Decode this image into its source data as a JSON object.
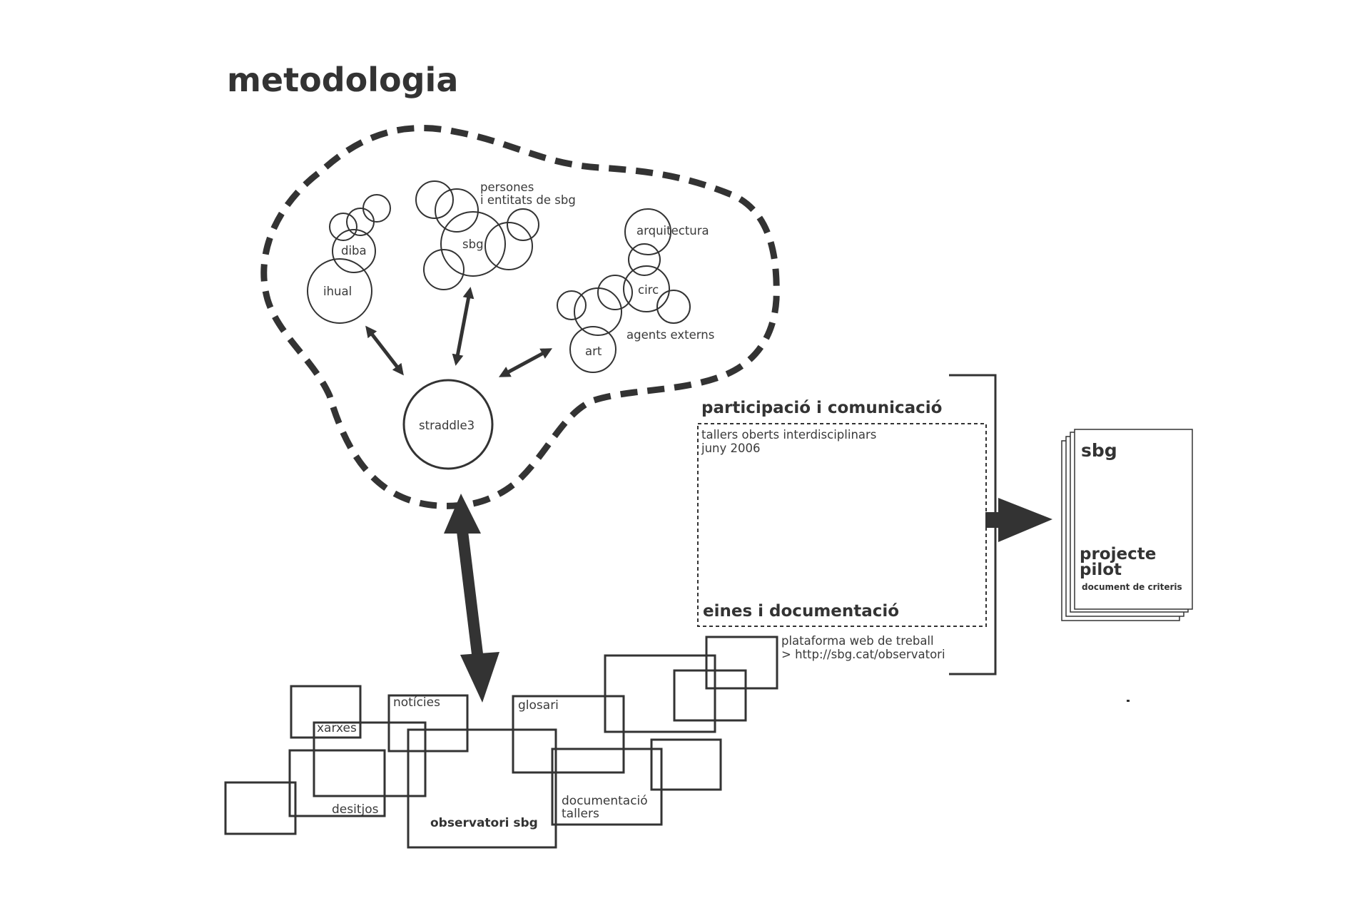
{
  "title": "metodologia",
  "cloud_labels": {
    "diba": "diba",
    "ihual": "ihual",
    "sbg": "sbg",
    "persones_1": "persones",
    "persones_2": "i entitats de sbg",
    "arquitectura": "arquitectura",
    "circ": "circ",
    "agents_externs": "agents externs",
    "art": "art",
    "straddle3": "straddle3"
  },
  "panel": {
    "heading": "participació  i comunicació",
    "workshop_1": "tallers oberts interdisciplinars",
    "workshop_2": "juny 2006",
    "tools_heading": "eines i documentació",
    "platform_1": "plataforma web de treball",
    "platform_2": "> http://sbg.cat/observatori"
  },
  "document": {
    "title": "sbg",
    "subtitle_1": "projecte",
    "subtitle_2": "pilot",
    "caption": "document de criteris"
  },
  "observatory": {
    "xarxes": "xarxes",
    "noticies": "notícies",
    "glosari": "glosari",
    "desitjos": "desitjos",
    "observatori": "observatori sbg",
    "doc_1": "documentació",
    "doc_2": "tallers"
  },
  "colors": {
    "ink": "#333333",
    "background": "#ffffff"
  }
}
